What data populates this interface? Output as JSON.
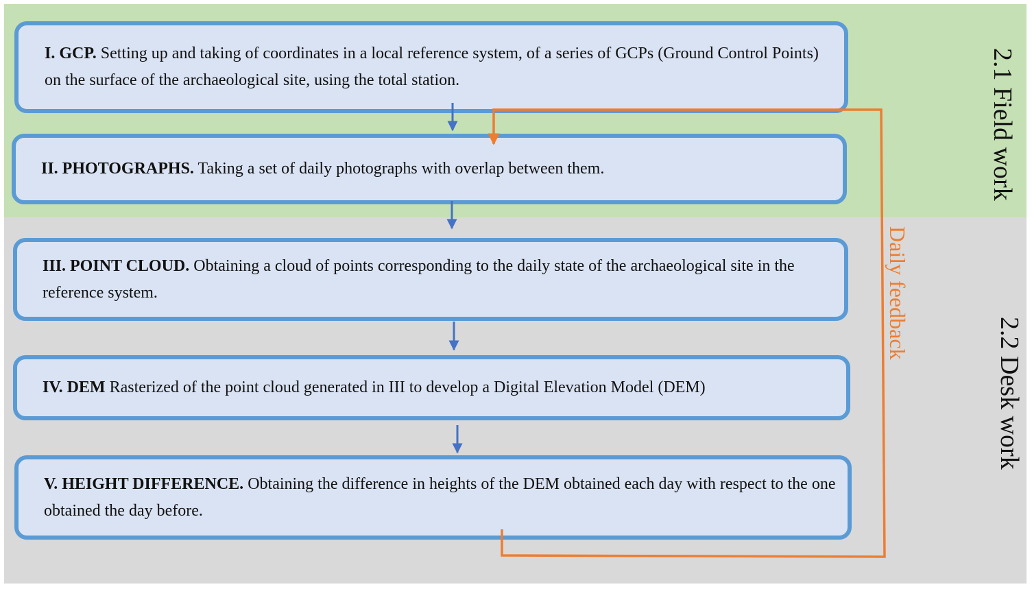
{
  "sections": {
    "field_work": "2.1 Field work",
    "desk_work": "2.2 Desk work"
  },
  "feedback_label": "Daily feedback",
  "steps": [
    {
      "title": "I. GCP.",
      "text": " Setting up and taking of coordinates in a local reference system, of a series of GCPs (Ground Control Points) on the surface of the archaeological site, using the total station."
    },
    {
      "title": "II. PHOTOGRAPHS.",
      "text": " Taking a set of daily photographs with overlap between them."
    },
    {
      "title": "III. POINT CLOUD.",
      "text": " Obtaining a cloud of points corresponding to the daily state of the archaeological site in the reference system."
    },
    {
      "title": "IV. DEM",
      "text": " Rasterized of the point cloud generated in III to develop a Digital Elevation Model (DEM)"
    },
    {
      "title": "V. HEIGHT DIFFERENCE.",
      "text": " Obtaining the difference in heights of the DEM obtained each day with respect to the one obtained the day before."
    }
  ],
  "colors": {
    "field_band": "#c5e0b4",
    "desk_band": "#d9d9d9",
    "box_fill": "#dae3f3",
    "box_border": "#5b9bd5",
    "flow_arrow": "#4472c4",
    "feedback": "#ed7d31"
  }
}
